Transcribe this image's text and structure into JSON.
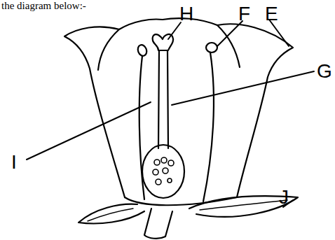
{
  "diagram": {
    "labels": [
      "the diagram below:-",
      "H",
      "F",
      "E",
      "G",
      "I",
      "J"
    ]
  }
}
